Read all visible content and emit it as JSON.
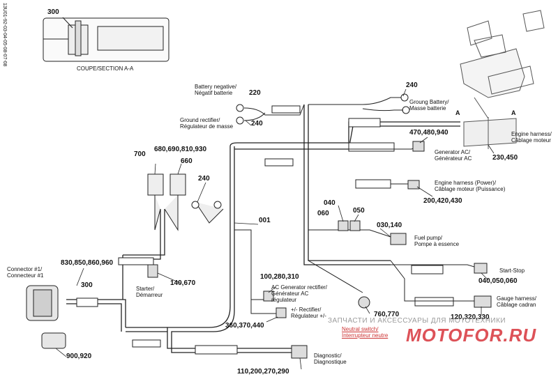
{
  "doc_code": "13U01-92-03-04-05-08-07-08",
  "section": {
    "callout": "300",
    "caption": "COUPE/SECTION A-A"
  },
  "labels": {
    "battery_negative": [
      "Battery negative/",
      "Négatif batterie"
    ],
    "ground_rectifier": [
      "Ground rectifier/",
      "Régulateur de masse"
    ],
    "ground_battery": [
      "Groung Battery/",
      "Masse batterie"
    ],
    "engine_harness": [
      "Engine harness/",
      "Câblage moteur"
    ],
    "generator_ac": [
      "Generator AC/",
      "Générateur AC"
    ],
    "engine_harness_power": [
      "Engine harness (Power)/",
      "Câblage moteur (Puissance)"
    ],
    "fuel_pump": [
      "Fuel pump/",
      "Pompe à essence"
    ],
    "start_stop": "Start-Stop",
    "gauge_harness": [
      "Gauge harness/",
      "Câblage cadran"
    ],
    "neutral_switch": [
      "Neutral switch/",
      "Interrupteur neutre"
    ],
    "diagnostic": [
      "Diagnostic/",
      "Diagnostique"
    ],
    "rectifier": [
      "+/- Rectifier/",
      "Régulateur +/-"
    ],
    "ac_generator_rectifier": [
      "AC Generator rectifier/",
      "Générateur AC",
      "régulateur"
    ],
    "starter": [
      "Starter/",
      "Démarreur"
    ],
    "connector1": [
      "Connector #1/",
      "Connecteur #1"
    ],
    "section_marker": "A"
  },
  "callouts": {
    "c220": "220",
    "c240_top": "240",
    "c240_ground": "240",
    "c240_right": "240",
    "c470": "470,480,940",
    "c230": "230,450",
    "c200": "200,420,430",
    "c700": "700",
    "c680": "680,690,810,930",
    "c660": "660",
    "c001": "001",
    "c040": "040",
    "c050": "050",
    "c060": "060",
    "c030": "030,140",
    "c830": "830,850,860,960",
    "c300": "300",
    "c140": "140,670",
    "c100": "100,280,310",
    "c360": "360,370,440",
    "c760": "760,770",
    "c120": "120,320,330",
    "c040b": "040,050,060",
    "c900": "900,920",
    "c110": "110,200,270,290"
  },
  "watermark": {
    "text": "ЗАПЧАСТИ И АКСЕССУАРЫ ДЛЯ МОТОТЕХНИКИ",
    "logo": "MOTOFOR.RU"
  },
  "colors": {
    "line": "#222222",
    "watermark_red": "#d8353c",
    "watermark_gray": "#9a9a9a"
  }
}
